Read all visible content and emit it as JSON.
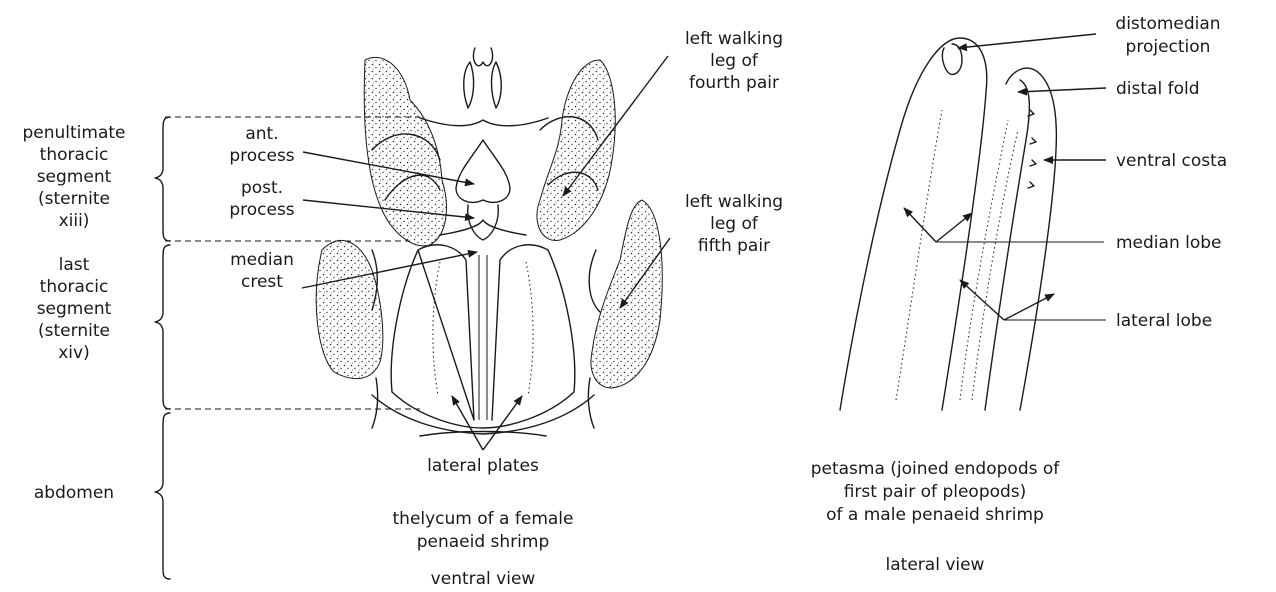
{
  "left_figure": {
    "segments": {
      "penultimate": [
        "penultimate",
        "thoracic",
        "segment",
        "(sternite",
        "xiii)"
      ],
      "last": [
        "last",
        "thoracic",
        "segment",
        "(sternite",
        "xiv)"
      ],
      "abdomen": "abdomen"
    },
    "labels": {
      "ant_process": [
        "ant.",
        "process"
      ],
      "post_process": [
        "post.",
        "process"
      ],
      "median_crest": [
        "median",
        "crest"
      ],
      "leg_fourth": [
        "left walking",
        "leg of",
        "fourth pair"
      ],
      "leg_fifth": [
        "left walking",
        "leg of",
        "fifth pair"
      ],
      "lateral_plates": "lateral plates"
    },
    "caption": [
      "thelycum of a female",
      "penaeid shrimp"
    ],
    "view": "ventral view"
  },
  "right_figure": {
    "labels": {
      "distomedian": [
        "distomedian",
        "projection"
      ],
      "distal_fold": "distal fold",
      "ventral_costa": "ventral costa",
      "median_lobe": "median lobe",
      "lateral_lobe": "lateral lobe"
    },
    "caption": [
      "petasma (joined endopods of",
      "first pair of pleopods)",
      "of a male penaeid shrimp"
    ],
    "view": "lateral view"
  }
}
